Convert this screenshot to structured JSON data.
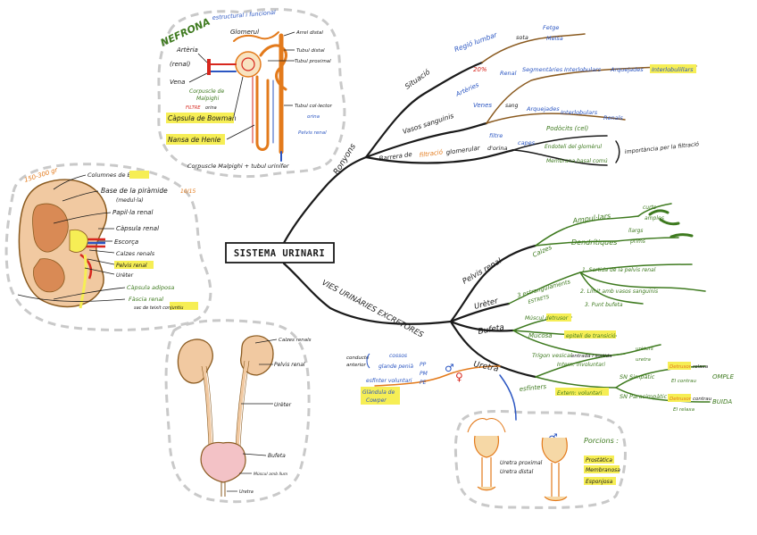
{
  "central": {
    "title": "Sistema urinari"
  },
  "colors": {
    "branch": "#1a1a1a",
    "green": "#3e7a1f",
    "blue": "#2b56c2",
    "orange": "#e37a1b",
    "yellow": "#f6ee55",
    "red": "#d7271e"
  },
  "branches": {
    "ronyons": "Ronyons",
    "vies": "Vies urinàries excretores"
  },
  "ronyons": {
    "situacio": "Situació",
    "regio_lumbar": "Regió lumbar",
    "sota": "sota",
    "fetge": "Fetge",
    "melsa": "Melsa",
    "vasos_sanguinis": "Vasos sanguinis",
    "pct": "20%",
    "renal": "Renal",
    "segmentaries": "Segmentàries",
    "interlobulars": "Interlobulars",
    "arquejades": "Arquejades",
    "interlobulillars": "Interlobulillars",
    "arteries": "Artèries",
    "venes": "Venes",
    "sang": "sang",
    "arquejades2": "Arquejades",
    "interlobulars2": "Interlobulars",
    "renals": "Renals",
    "barrera": "Barrera de",
    "filtracio": "filtració",
    "glomerular": "glomerular",
    "filtre": "filtre",
    "d_orina": "d'orina",
    "capes": "capes",
    "podocits": "Podòcits (cel)",
    "endoteli": "Endoteli del glomèrul",
    "membrana": "Membrana basal comú",
    "importancia": "importància per la filtració"
  },
  "vies": {
    "pelvis_renal": "Pelvis renal",
    "calzes": "Calzes",
    "ampullars": "Ampul·lars",
    "dendritiques": "Dendrítiques",
    "curts": "curts",
    "amples": "amples",
    "llargs": "llargs",
    "prims": "prims",
    "ureter": "Urèter",
    "estrangulaments": "3 estrangulaments",
    "estrets": "ESTRETS",
    "estret1": "1. Sortida de la pelvis renal",
    "estret2": "2. Límit amb vasos sanguinis",
    "estret3": "3. Punt bufeta",
    "bufeta": "Bufeta",
    "musculatura": "Múscul detrusor",
    "mucosa": "Mucosa",
    "epiteli": "epiteli de transició",
    "trigon": "Trígon vesical",
    "orificis": "entrada i sortida",
    "ureters": "urèters",
    "uretra_x": "uretra",
    "uretra": "Uretra",
    "esfinters": "esfínters",
    "intern": "Intern: involuntari",
    "extern": "Extern: voluntari",
    "sn_simpatic": "SN Simpàtic",
    "sn_parasimpatic": "SN Parasimpàtic",
    "detrusor1": "Detrusor",
    "relaxa": "relaxa",
    "ei_contrau": "EI contrau",
    "detrusor2": "Detrusor",
    "contrau": "contrau",
    "ei_relaxa": "EI relaxa",
    "omple": "OMPLE",
    "buida": "BUIDA",
    "cossos": "cossos",
    "glande": "glande penià",
    "esfinter_vol": "esfínter voluntari",
    "glandula": "Glàndula de",
    "cowper": "Cowper",
    "conducte": "conducte",
    "anterior": "anterior",
    "pp": "PP",
    "pm": "PM",
    "pe": "PE",
    "uretra_proximal": "Uretra proximal",
    "uretra_distal": "Uretra distal",
    "porcions": "Porcions :",
    "prostatica": "Prostàtica",
    "membranosa": "Membranosa",
    "esponjosa": "Esponjosa"
  },
  "nefrona": {
    "title": "NEFRONA",
    "subtitle": "estructural i funcional",
    "glomerul": "Glomerul",
    "arteria": "Artèria",
    "renal": "(renal)",
    "vena": "Vena",
    "corpuscle": "Corpuscle de",
    "malpighi": "Malpighi",
    "filtre": "FILTRE",
    "orina": "orina",
    "capsula_bowman": "Càpsula de Bowman",
    "nansa_henle": "Nansa de Henle",
    "arrel_distal": "Arrel distal",
    "tubul_distal": "Tubul distal",
    "tubul_proximal": "Tubul proximal",
    "tubul_collector": "Tubul col·lector",
    "orina2": "orina",
    "pelvis_renal": "Pelvis renal",
    "footer": "Corpuscle Malpighi + tubul urinífer"
  },
  "kidney": {
    "pes": "150-300 gr",
    "columnes": "Columnes de Bertin",
    "base_piramide": "Base de la piràmide",
    "medulla": "(medul·la)",
    "fraction": "10/15",
    "papilla": "Papil·la renal",
    "capsula": "Càpsula renal",
    "escorca": "Escorça",
    "calzes": "Calzes renals",
    "pelvis": "Pelvis renal",
    "ureter": "Urèter",
    "capsula_adiposa": "Càpsula adiposa",
    "fascia": "Fàscia renal",
    "sac": "sac de teixit conjuntiu"
  },
  "anatomy": {
    "calzes": "Calzes renals",
    "pelvis": "Pelvis renal",
    "ureter": "Urèter",
    "bufeta": "Bufeta",
    "musc": "Múscul amb llum",
    "uretra": "Uretra"
  }
}
